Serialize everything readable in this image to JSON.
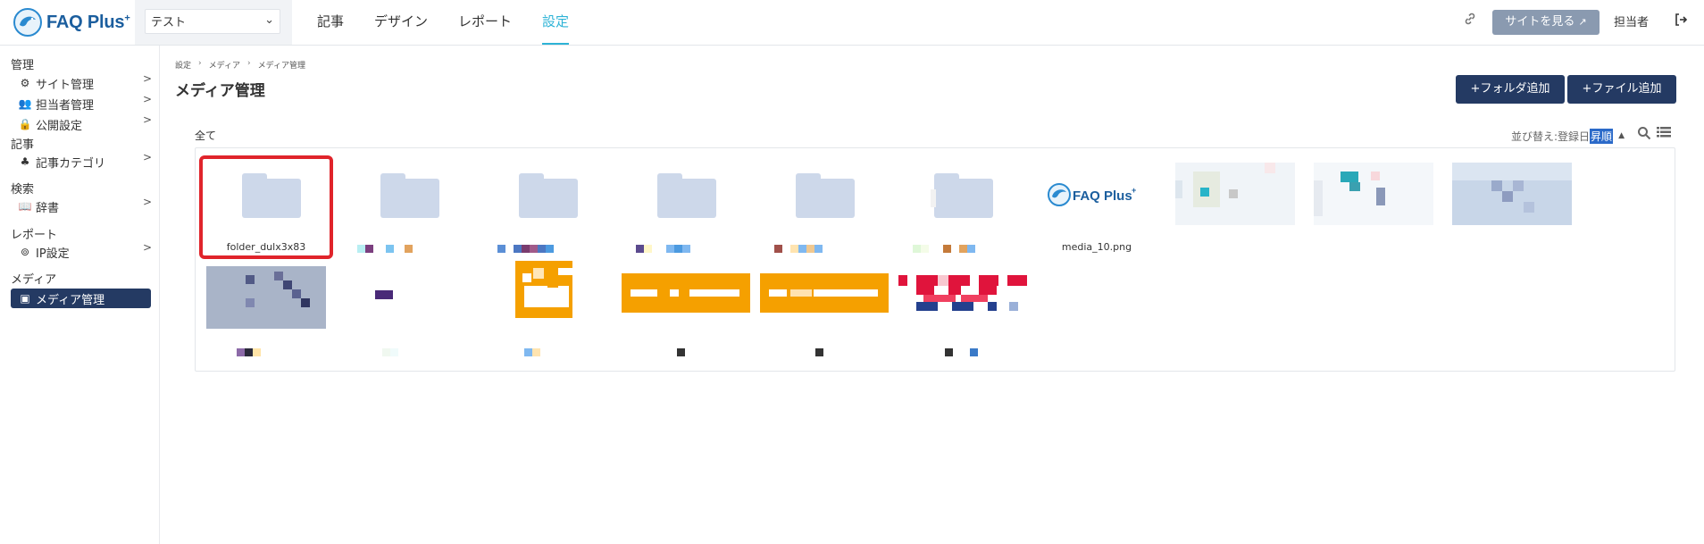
{
  "header": {
    "logo_text": "FAQ Plus",
    "logo_plus": "+",
    "site_select": "テスト",
    "nav": [
      {
        "label": "記事",
        "active": false
      },
      {
        "label": "デザイン",
        "active": false
      },
      {
        "label": "レポート",
        "active": false
      },
      {
        "label": "設定",
        "active": true
      }
    ],
    "view_site": "サイトを見る",
    "assignee": "担当者",
    "icons": {
      "link": "link-icon",
      "external": "external-link-icon",
      "logout": "logout-icon",
      "chevron": "chevron-down-icon"
    }
  },
  "sidebar": {
    "sections": [
      {
        "label": "管理",
        "items": [
          {
            "label": "サイト管理",
            "icon": "gear-icon",
            "has_arrow": true
          },
          {
            "label": "担当者管理",
            "icon": "users-icon",
            "has_arrow": true
          },
          {
            "label": "公開設定",
            "icon": "lock-icon",
            "has_arrow": true
          }
        ]
      },
      {
        "label": "記事",
        "items": [
          {
            "label": "記事カテゴリ",
            "icon": "category-icon",
            "has_arrow": true
          }
        ]
      },
      {
        "label": "検索",
        "items": [
          {
            "label": "辞書",
            "icon": "book-icon",
            "has_arrow": true
          }
        ]
      },
      {
        "label": "レポート",
        "items": [
          {
            "label": "IP設定",
            "icon": "ip-icon",
            "has_arrow": true
          }
        ]
      },
      {
        "label": "メディア",
        "items": [
          {
            "label": "メディア管理",
            "icon": "media-icon",
            "active": true
          }
        ]
      }
    ],
    "arrow": ">"
  },
  "main": {
    "breadcrumb": [
      "設定",
      "メディア",
      "メディア管理"
    ],
    "breadcrumb_sep": "›",
    "title": "メディア管理",
    "add_folder": "+フォルダ追加",
    "add_file": "+ファイル追加",
    "filter_label": "全て",
    "sort_label": "並び替え:登録日",
    "sort_selected": "昇順",
    "tiles": [
      {
        "type": "folder",
        "caption": "folder_dulx3x83",
        "selected": true
      },
      {
        "type": "folder",
        "caption": ""
      },
      {
        "type": "folder",
        "caption": ""
      },
      {
        "type": "folder",
        "caption": ""
      },
      {
        "type": "folder",
        "caption": ""
      },
      {
        "type": "folder",
        "caption": ""
      },
      {
        "type": "logo",
        "caption": "media_10.png"
      },
      {
        "type": "image",
        "caption": ""
      },
      {
        "type": "image",
        "caption": ""
      },
      {
        "type": "image",
        "caption": ""
      },
      {
        "type": "image",
        "caption": ""
      },
      {
        "type": "image",
        "caption": ""
      },
      {
        "type": "image",
        "caption": ""
      },
      {
        "type": "image",
        "caption": ""
      },
      {
        "type": "image",
        "caption": ""
      },
      {
        "type": "image",
        "caption": ""
      }
    ]
  },
  "colors": {
    "navy": "#243a63",
    "accent": "#2db3d6",
    "selected_border": "#e0242b",
    "folder": "#cdd8ea",
    "orange": "#f5a000"
  }
}
